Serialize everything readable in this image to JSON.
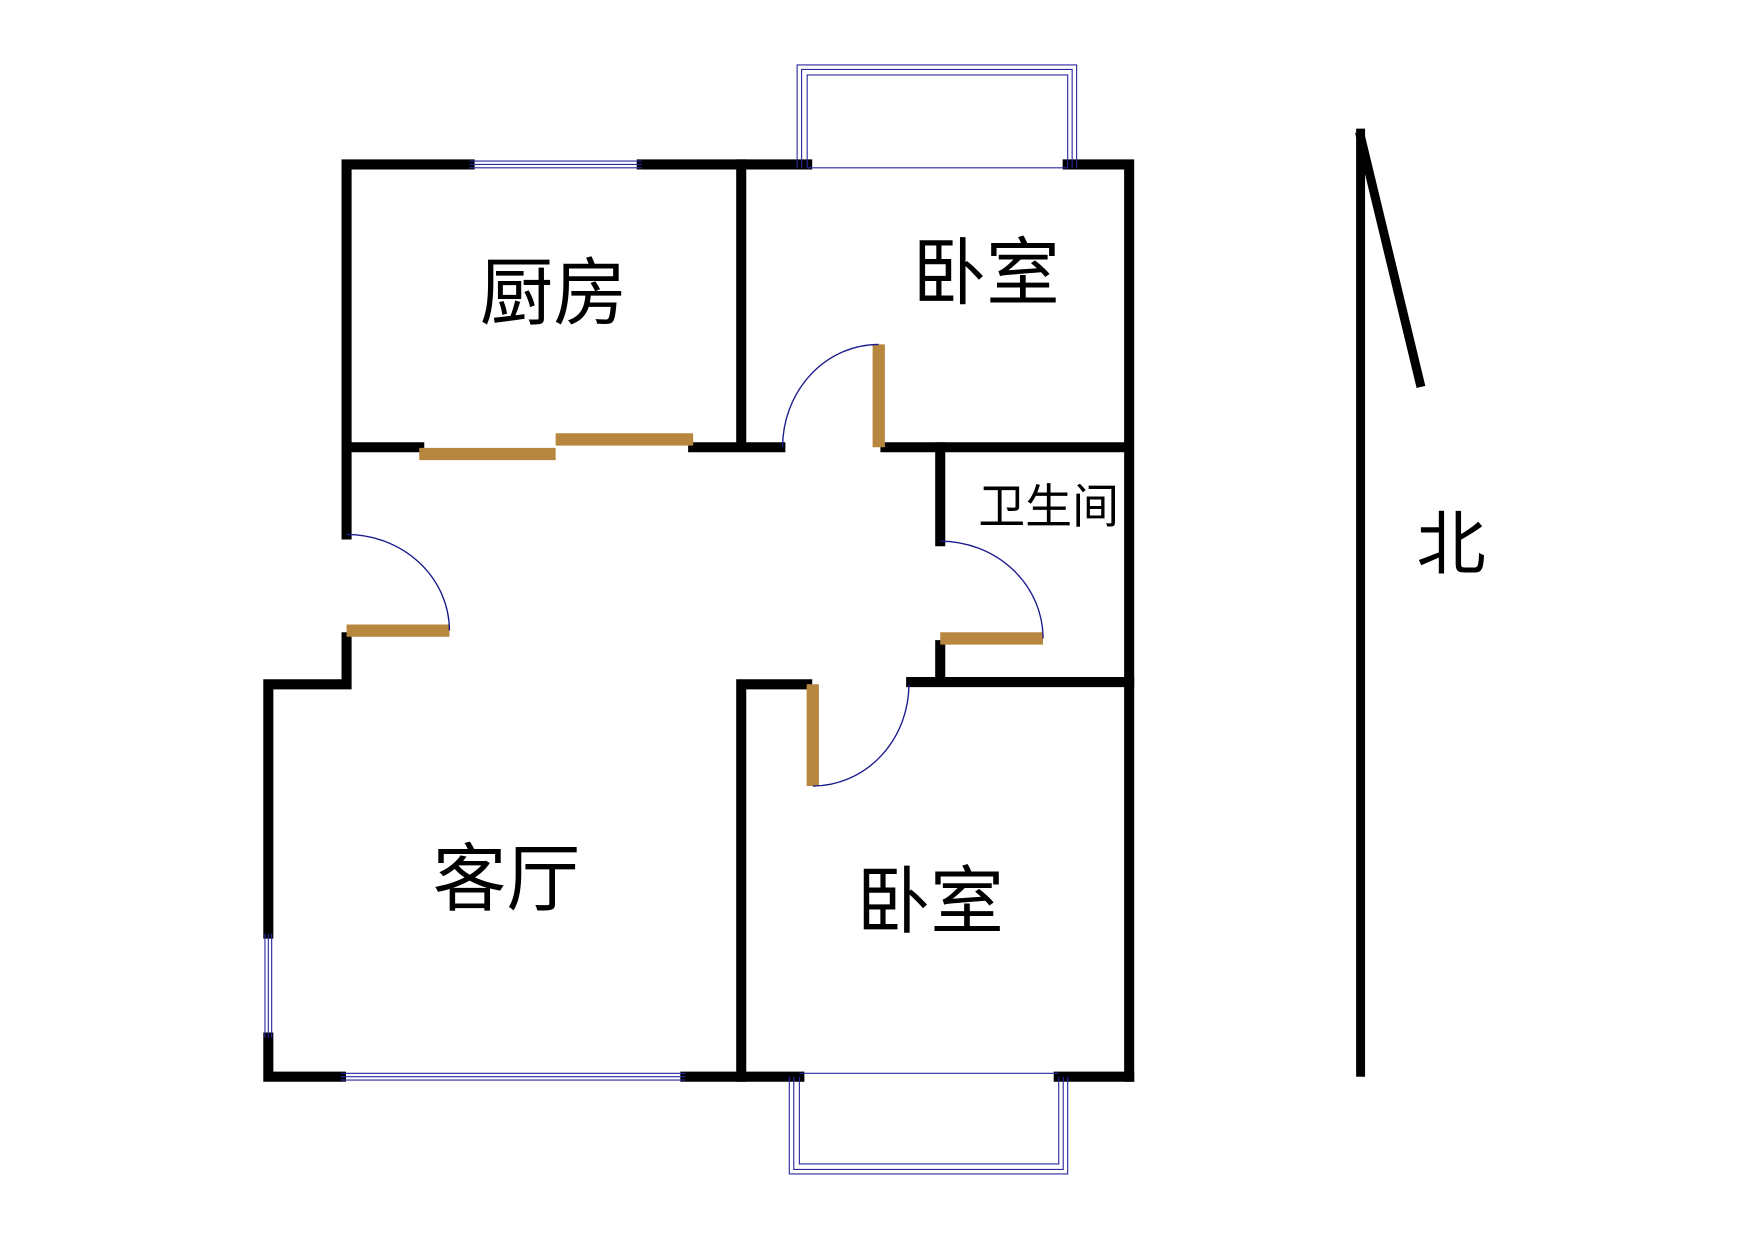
{
  "rooms": {
    "kitchen": "厨房",
    "bedroom_north": "卧室",
    "bathroom": "卫生间",
    "living_room": "客厅",
    "bedroom_south": "卧室"
  },
  "compass": {
    "label": "北"
  },
  "colors": {
    "wall": "#000000",
    "door": "#b8873f",
    "window": "#2a2aa0"
  }
}
